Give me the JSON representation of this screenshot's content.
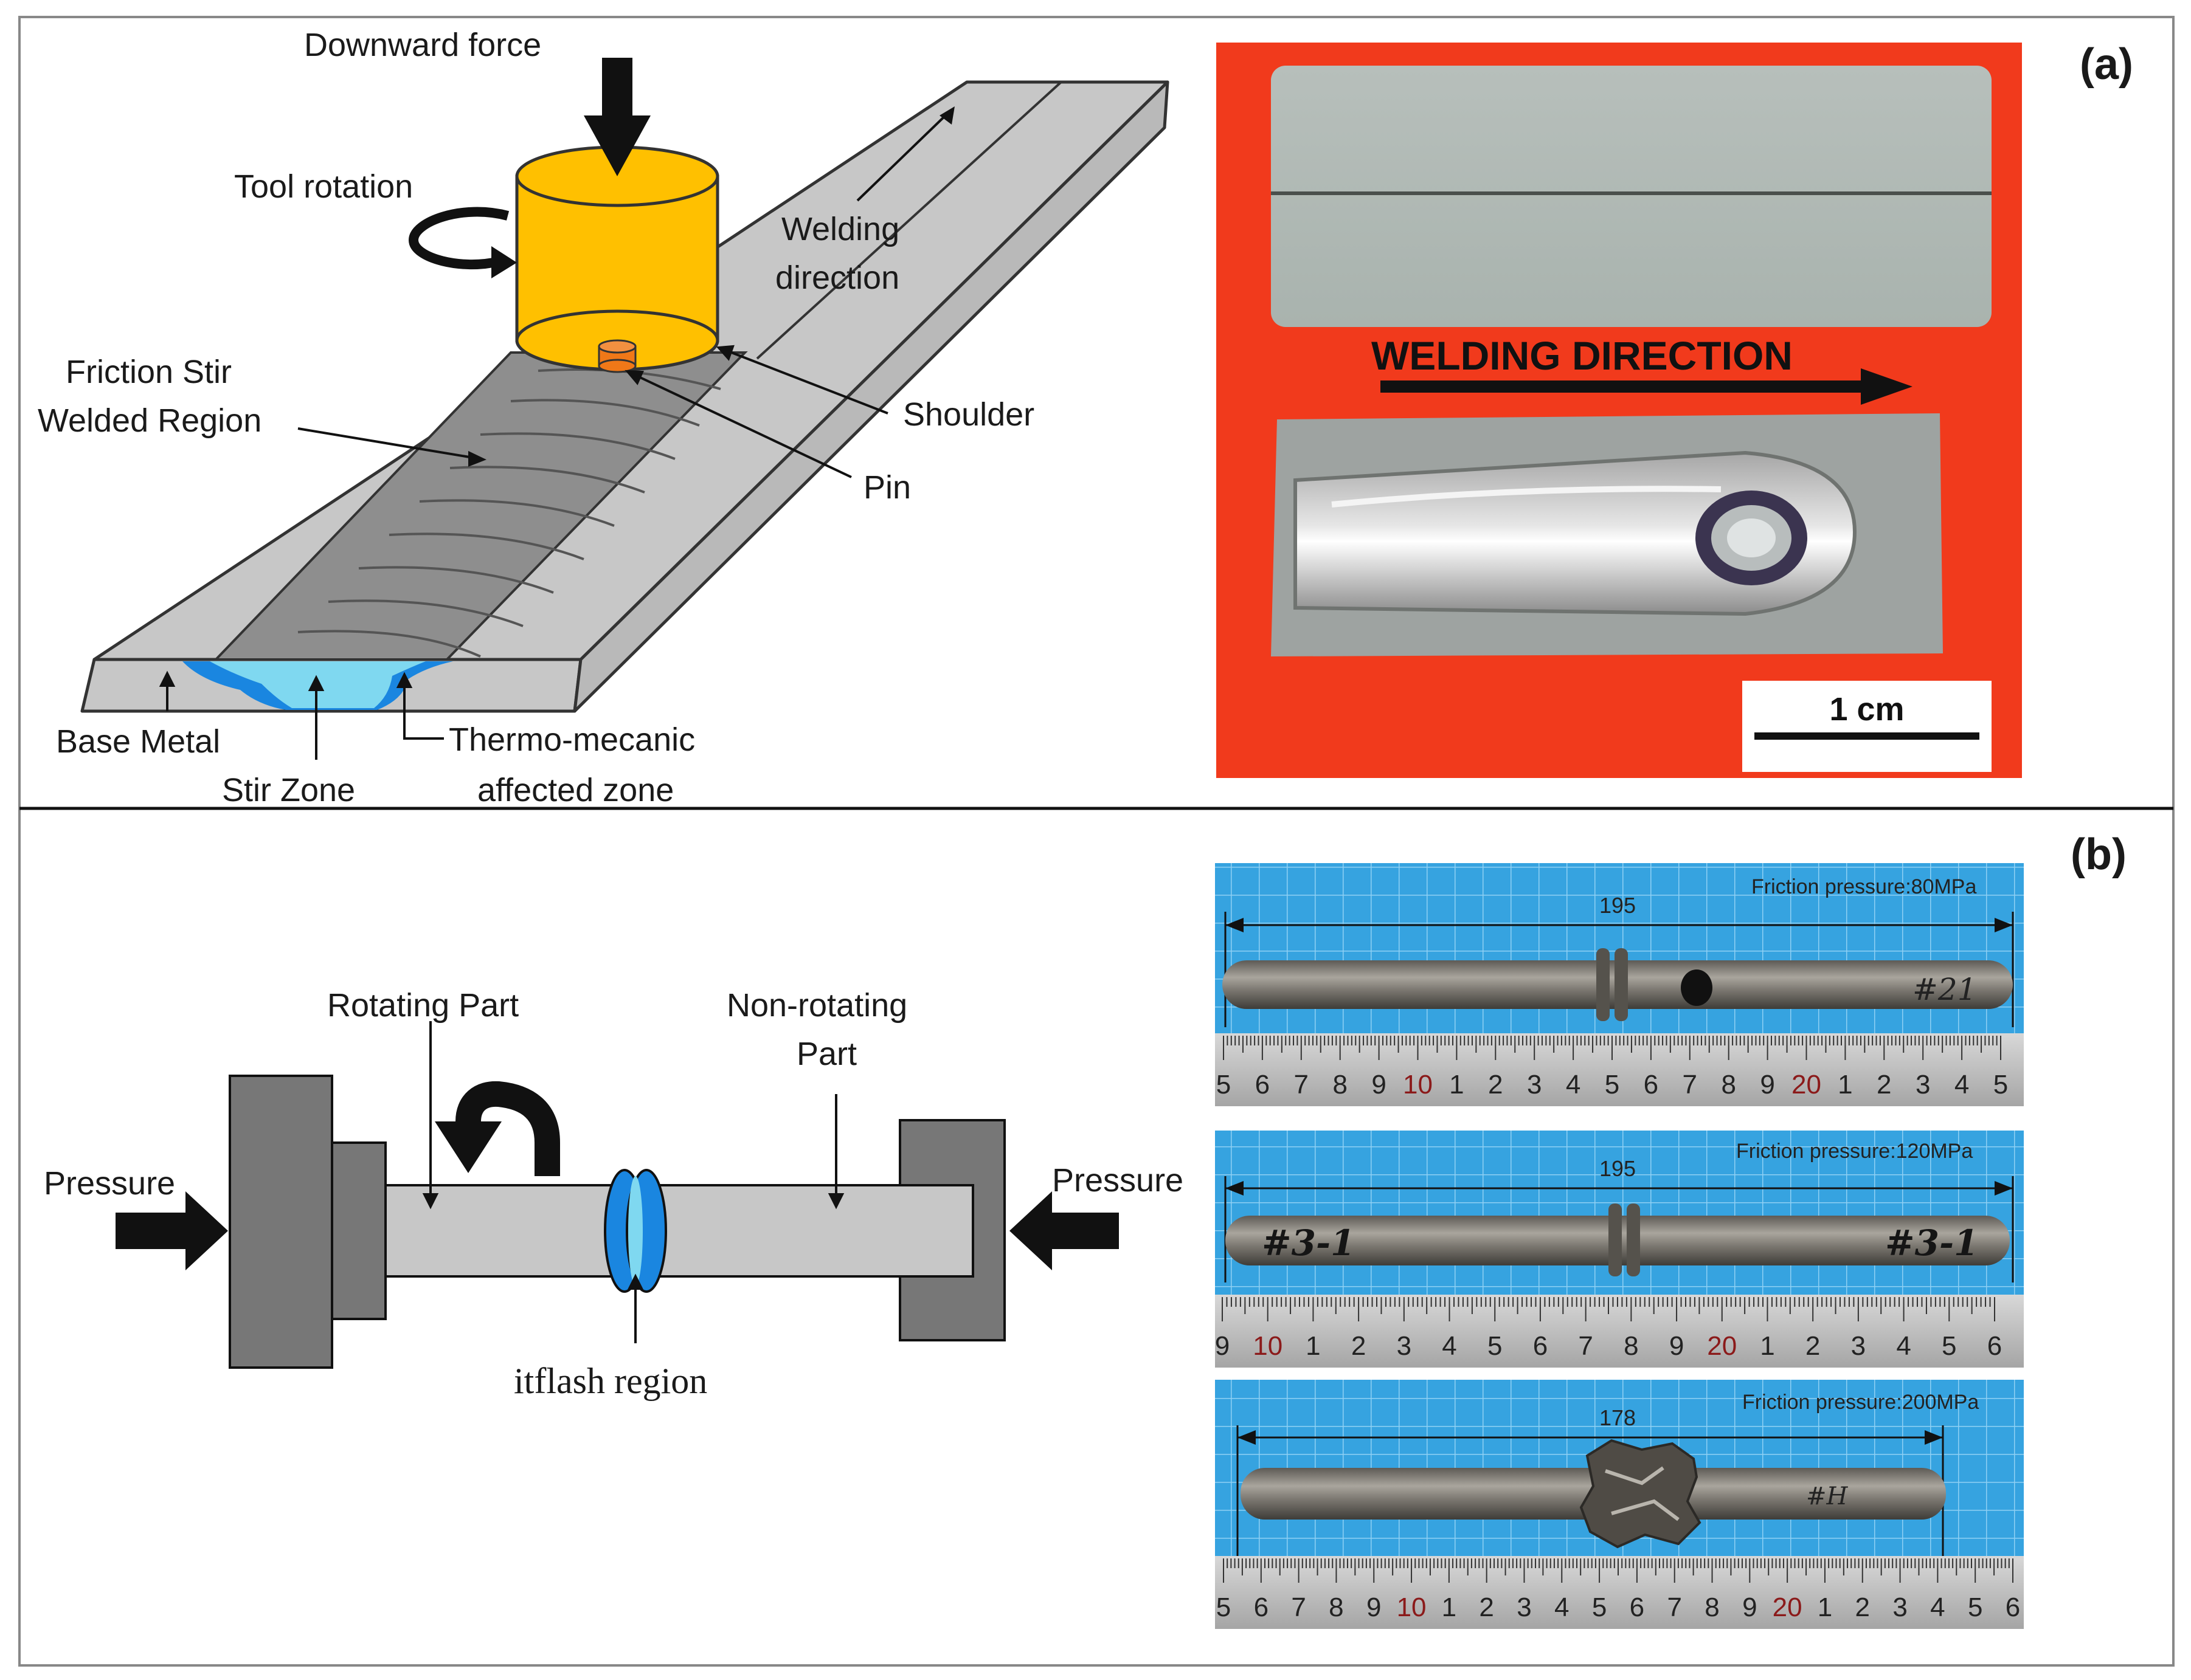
{
  "panel_a": {
    "tag": "(a)",
    "diagram": {
      "downward_force": "Downward force",
      "tool_rotation": "Tool rotation",
      "welding_direction_1": "Welding",
      "welding_direction_2": "direction",
      "fsw_region_1": "Friction Stir",
      "fsw_region_2": "Welded Region",
      "shoulder": "Shoulder",
      "pin": "Pin",
      "base_metal": "Base Metal",
      "stir_zone": "Stir Zone",
      "tmaz_1": "Thermo-mecanic",
      "tmaz_2": "affected zone"
    },
    "photo": {
      "direction_label": "WELDING DIRECTION",
      "scale_bar": "1 cm"
    }
  },
  "panel_b": {
    "tag": "(b)",
    "diagram": {
      "rotating_part": "Rotating Part",
      "non_rotating_1": "Non-rotating",
      "non_rotating_2": "Part",
      "pressure_left": "Pressure",
      "pressure_right": "Pressure",
      "flash_region": "itflash region"
    },
    "photos": [
      {
        "pressure": "Friction pressure:80MPa",
        "length": "195",
        "mark": "#21",
        "ruler": [
          "5",
          "6",
          "7",
          "8",
          "9",
          "10",
          "1",
          "2",
          "3",
          "4",
          "5",
          "6",
          "7",
          "8",
          "9",
          "20",
          "1",
          "2",
          "3",
          "4",
          "5"
        ]
      },
      {
        "pressure": "Friction pressure:120MPa",
        "length": "195",
        "mark_left": "#3-1",
        "mark_right": "#3-1",
        "ruler": [
          "9",
          "10",
          "1",
          "2",
          "3",
          "4",
          "5",
          "6",
          "7",
          "8",
          "9",
          "20",
          "1",
          "2",
          "3",
          "4",
          "5",
          "6"
        ]
      },
      {
        "pressure": "Friction pressure:200MPa",
        "length": "178",
        "mark": "#H",
        "ruler": [
          "5",
          "6",
          "7",
          "8",
          "9",
          "10",
          "1",
          "2",
          "3",
          "4",
          "5",
          "6",
          "7",
          "8",
          "9",
          "20",
          "1",
          "2",
          "3",
          "4",
          "5",
          "6"
        ]
      }
    ]
  },
  "colors": {
    "tool": "#ffc000",
    "pin": "#f07818",
    "plate": "#c7c7c7",
    "weld": "#8e8e8e",
    "stir_zone": "#7fd8f0",
    "tmaz": "#1a86e0",
    "photo_red": "#f13a1c",
    "grid_blue": "#3aa8e4"
  }
}
